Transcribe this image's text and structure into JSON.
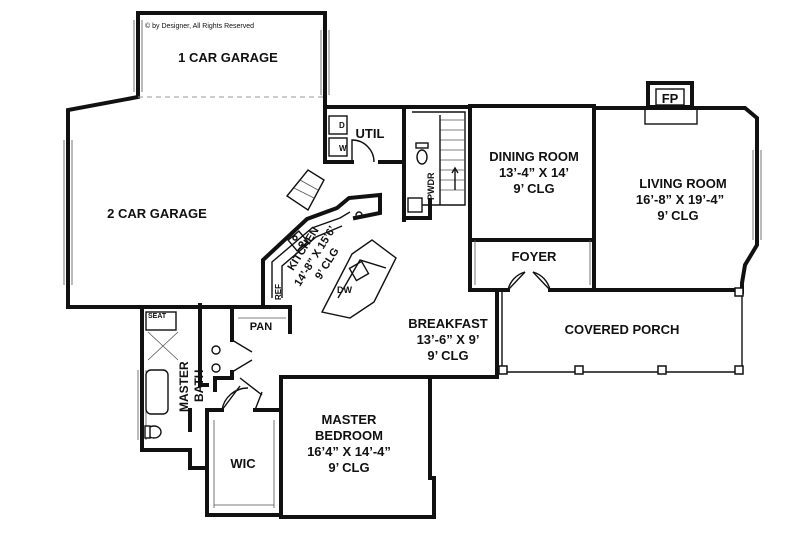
{
  "copyright": "© by Designer, All Rights Reserved",
  "rooms": {
    "one_car_garage": {
      "name": "1 CAR GARAGE"
    },
    "two_car_garage": {
      "name": "2 CAR GARAGE"
    },
    "util": {
      "name": "UTIL"
    },
    "dryer": {
      "name": "D"
    },
    "washer": {
      "name": "W"
    },
    "pwdr": {
      "name": "PWDR"
    },
    "dining": {
      "name": "DINING ROOM",
      "size": "13’-4” X 14’",
      "ceiling": "9’ CLG"
    },
    "living": {
      "name": "LIVING ROOM",
      "size": "16’-8” X 19’-4”",
      "ceiling": "9’ CLG"
    },
    "fireplace": {
      "name": "FP"
    },
    "foyer": {
      "name": "FOYER"
    },
    "kitchen": {
      "name": "KITCHEN",
      "size": "14’-8” X 15’6’",
      "ceiling": "9’ CLG"
    },
    "ref": {
      "name": "REF"
    },
    "dw": {
      "name": "DW"
    },
    "breakfast": {
      "name": "BREAKFAST",
      "size": "13’-6” X 9’",
      "ceiling": "9’ CLG"
    },
    "covered_porch": {
      "name": "COVERED PORCH"
    },
    "seat": {
      "name": "SEAT"
    },
    "pan": {
      "name": "PAN"
    },
    "master_bath": {
      "name": "MASTER BATH",
      "line1": "MASTER",
      "line2": "BATH"
    },
    "wic": {
      "name": "WIC"
    },
    "master_bedroom": {
      "line1": "MASTER",
      "line2": "BEDROOM",
      "size": "16’4” X 14’-4”",
      "ceiling": "9’ CLG"
    }
  }
}
